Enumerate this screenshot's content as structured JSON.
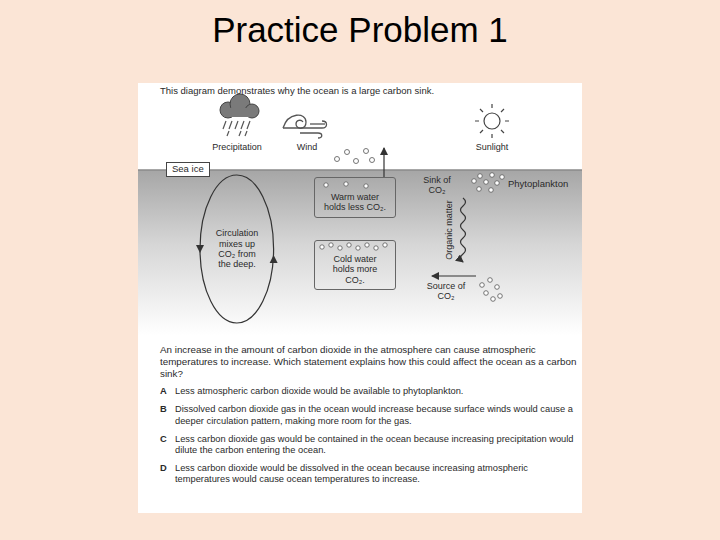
{
  "diagram": {
    "title": "Practice Problem 1",
    "nodes": [
      {
        "text": [
          "Sea ice"
        ]
      },
      {
        "text": [
          "Circulation mixes up CO₂ from the deep."
        ]
      },
      {
        "text": [
          "Warm water holds less CO₂."
        ]
      },
      {
        "text": [
          "Cold water holds more CO₂."
        ]
      }
    ],
    "labels": [
      "This diagram demonstrates why the ocean is a large carbon sink.",
      "Precipitation",
      "Wind",
      "Sunlight",
      "Sink of CO₂",
      "Phytoplankton",
      "Organic matter",
      "Source of CO₂",
      "An increase in the amount of carbon dioxide in the atmosphere can cause atmospheric temperatures to increase. Which statement explains how this could affect the ocean as a carbon sink?",
      "A",
      "Less atmospheric carbon dioxide would be available to phytoplankton.",
      "B",
      "Dissolved carbon dioxide gas in the ocean would increase because surface winds would cause a deeper circulation pattern, making more room for the gas.",
      "C",
      "Less carbon dioxide gas would be contained in the ocean because increasing precipitation would dilute the carbon entering the ocean.",
      "D",
      "Less carbon dioxide would be dissolved in the ocean because increasing atmospheric temperatures would cause ocean temperatures to increase."
    ]
  }
}
